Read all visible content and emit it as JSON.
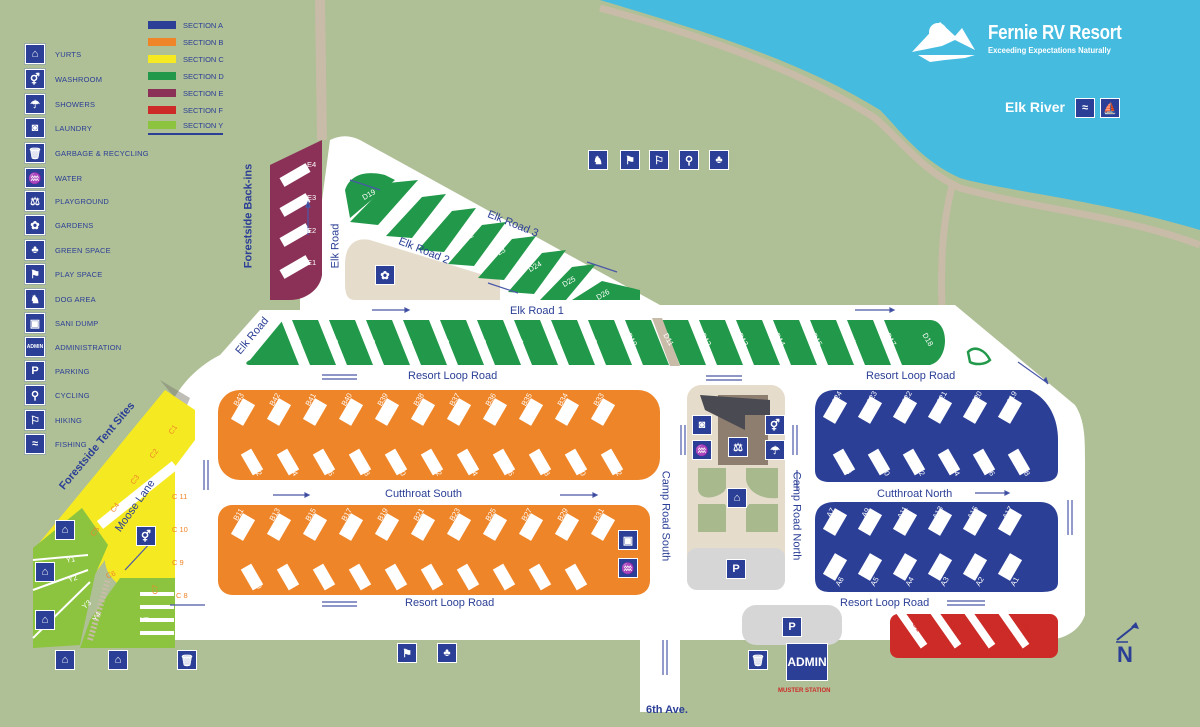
{
  "brand": {
    "title": "Fernie RV Resort",
    "tagline": "Exceeding Expectations Naturally"
  },
  "river": {
    "label": "Elk River",
    "icons": [
      "fishing-icon",
      "boating-icon"
    ]
  },
  "colors": {
    "grass": "#afbf96",
    "river": "#45bbe0",
    "path": "#c8bca8",
    "road": "#ffffff",
    "section_a": "#2b3f96",
    "section_b": "#ee8529",
    "section_c": "#f5ea22",
    "section_d": "#22994a",
    "section_e": "#8b3157",
    "section_f": "#cc2b27",
    "section_y": "#8cc43f",
    "label_blue": "#2b3f96"
  },
  "amenity_legend": [
    {
      "icon": "yurt-icon",
      "label": "YURTS"
    },
    {
      "icon": "washroom-icon",
      "label": "WASHROOM"
    },
    {
      "icon": "shower-icon",
      "label": "SHOWERS"
    },
    {
      "icon": "laundry-icon",
      "label": "LAUNDRY"
    },
    {
      "icon": "garbage-icon",
      "label": "GARBAGE & RECYCLING"
    },
    {
      "icon": "water-icon",
      "label": "WATER"
    },
    {
      "icon": "playground-icon",
      "label": "PLAYGROUND"
    },
    {
      "icon": "garden-icon",
      "label": "GARDENS"
    },
    {
      "icon": "green-space-icon",
      "label": "GREEN SPACE"
    },
    {
      "icon": "play-space-icon",
      "label": "PLAY SPACE"
    },
    {
      "icon": "dog-area-icon",
      "label": "DOG AREA"
    },
    {
      "icon": "sani-dump-icon",
      "label": "SANI DUMP"
    },
    {
      "icon": "admin-icon",
      "label": "ADMINISTRATION",
      "glyph": "ADMIN"
    },
    {
      "icon": "parking-icon",
      "label": "PARKING",
      "glyph": "P"
    },
    {
      "icon": "cycling-icon",
      "label": "CYCLING"
    },
    {
      "icon": "hiking-icon",
      "label": "HIKING"
    },
    {
      "icon": "fishing-icon",
      "label": "FISHING"
    }
  ],
  "section_legend": [
    {
      "label": "SECTION  A",
      "color": "#2b3f96"
    },
    {
      "label": "SECTION  B",
      "color": "#ee8529"
    },
    {
      "label": "SECTION  C",
      "color": "#f5ea22"
    },
    {
      "label": "SECTION  D",
      "color": "#22994a"
    },
    {
      "label": "SECTION  E",
      "color": "#8b3157"
    },
    {
      "label": "SECTION  F",
      "color": "#cc2b27"
    },
    {
      "label": "SECTION  Y",
      "color": "#8cc43f"
    }
  ],
  "roads": {
    "elk_road_1": "Elk Road 1",
    "elk_road_2": "Elk Road 2",
    "elk_road_3": "Elk Road 3",
    "elk_road_vertical": "Elk Road",
    "elk_road_diag": "Elk Road",
    "resort_loop_top_left": "Resort Loop Road",
    "resort_loop_top_right": "Resort Loop Road",
    "resort_loop_bottom_left": "Resort Loop Road",
    "resort_loop_bottom_right": "Resort Loop Road",
    "cutthroat_south": "Cutthroat  South",
    "cutthroat_north": "Cutthroat  North",
    "camp_road_south": "Camp Road South",
    "camp_road_north": "Camp Road North",
    "moose_lane": "Moose Lane",
    "sixth_ave": "6th Ave.",
    "forestside_backins": "Forestside Back-ins",
    "forestside_tent": "Forestside Tent Sites"
  },
  "sites": {
    "E": [
      "E1",
      "E2",
      "E3",
      "E4"
    ],
    "D_upper": [
      "D19",
      "D20",
      "D21",
      "D22",
      "D23",
      "D24",
      "D25",
      "D26"
    ],
    "D_lower": [
      "D1",
      "D2",
      "D3",
      "D4",
      "D5",
      "D6",
      "D7",
      "D8",
      "D9",
      "D10",
      "D11",
      "D12",
      "D13",
      "D14",
      "D15",
      "D1",
      "D17",
      "D18"
    ],
    "B_row1": [
      "B43",
      "B42",
      "B41",
      "B40",
      "B39",
      "B38",
      "B37",
      "B36",
      "B35",
      "B34",
      "B33"
    ],
    "B_row2": [
      "B12",
      "B14",
      "B16",
      "B18",
      "B20",
      "B22",
      "B24",
      "B26",
      "B28",
      "B30",
      "B32"
    ],
    "B_row3": [
      "B11",
      "B13",
      "B15",
      "B17",
      "B19",
      "B21",
      "B23",
      "B25",
      "B27",
      "B29",
      "B31"
    ],
    "B_row4": [
      "B10",
      "B9",
      "B8",
      "B7",
      "B6",
      "B5",
      "B4",
      "B3",
      "B2",
      "B1"
    ],
    "A_row1": [
      "A24",
      "A23",
      "A22",
      "A21",
      "A20",
      "A19"
    ],
    "A_row2": [
      "A8",
      "A10",
      "A12",
      "A14",
      "A16",
      "A18"
    ],
    "A_row3": [
      "A7",
      "A9",
      "A11",
      "A13",
      "A15",
      "A17"
    ],
    "A_row4": [
      "A6",
      "A5",
      "A4",
      "A3",
      "A2",
      "A1"
    ],
    "C_diag": [
      "C1",
      "C2",
      "C3",
      "C4",
      "C5",
      "C6"
    ],
    "C_right": [
      "C 11",
      "C 10",
      "C 9",
      "C 8"
    ],
    "C7": "C7",
    "Y": [
      "Y1",
      "Y2",
      "Y3",
      "Y4",
      "Y5"
    ],
    "G": [
      "G1",
      "G2",
      "G3",
      "G4"
    ]
  },
  "facilities": {
    "admin_label": "ADMIN",
    "parking_glyph": "P",
    "muster_station": "MUSTER STATION",
    "north_label": "N"
  }
}
